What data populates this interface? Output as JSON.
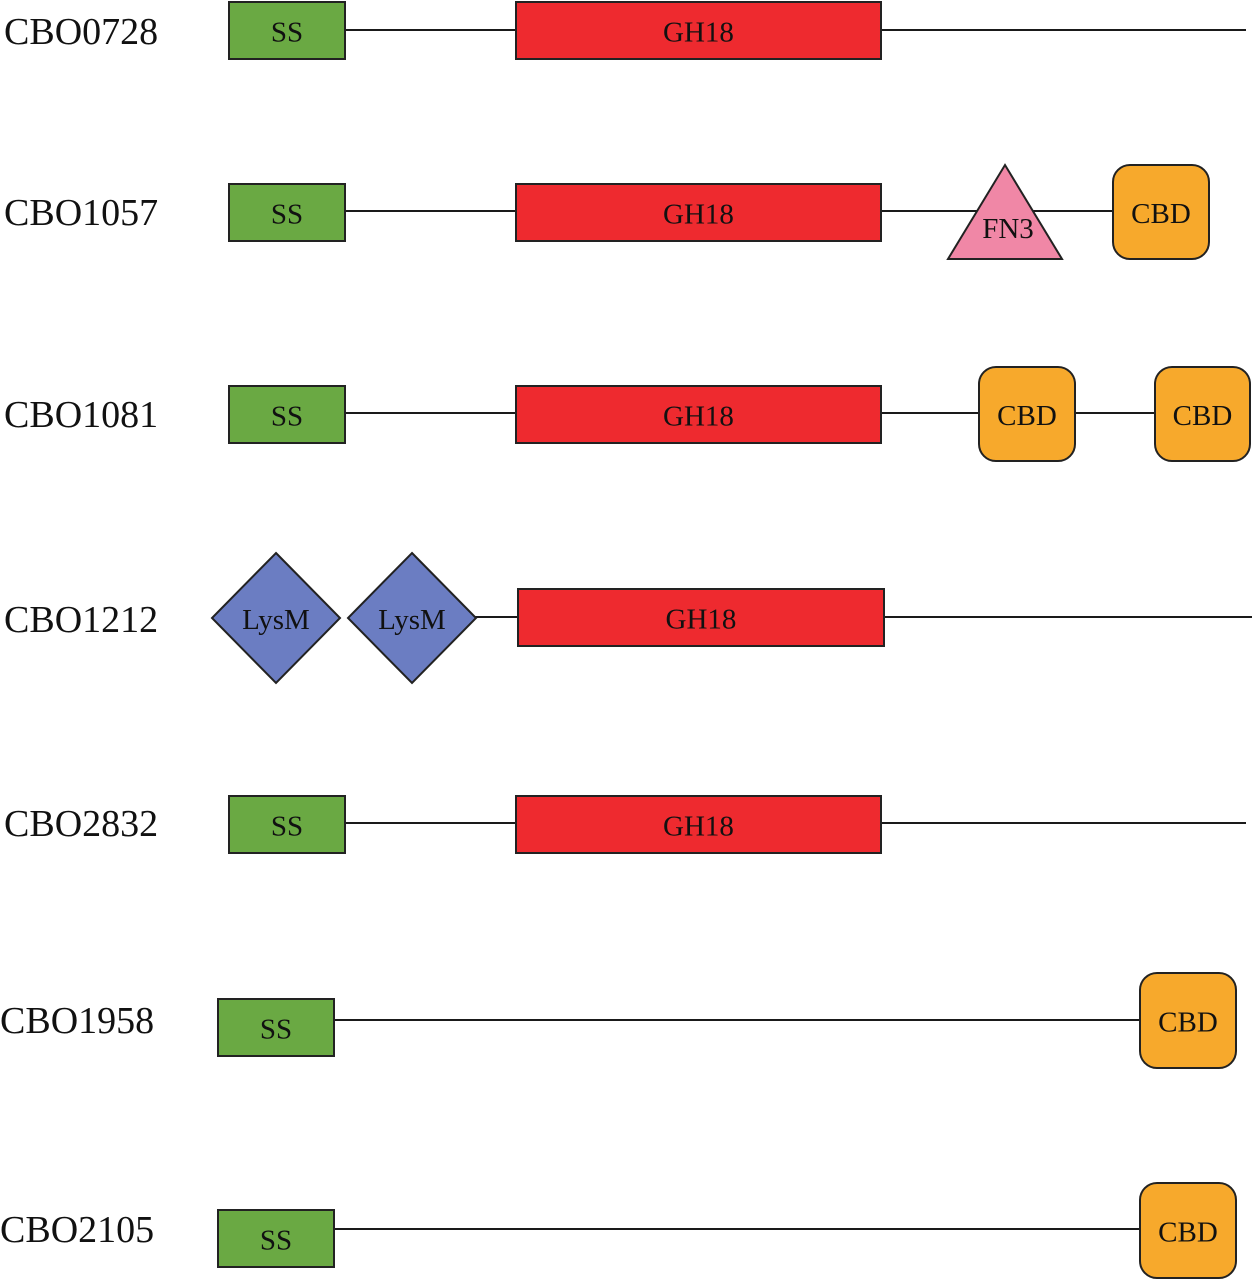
{
  "domain_types": {
    "SS": {
      "label": "SS",
      "shape": "rect",
      "color": "#6aa943"
    },
    "GH18": {
      "label": "GH18",
      "shape": "rect",
      "color": "#ee2a2f"
    },
    "FN3": {
      "label": "FN3",
      "shape": "triangle",
      "color": "#f087a6"
    },
    "CBD": {
      "label": "CBD",
      "shape": "rounded-rect",
      "color": "#f7a92c"
    },
    "LysM": {
      "label": "LysM",
      "shape": "diamond",
      "color": "#6b7dc2"
    }
  },
  "proteins": [
    {
      "name": "CBO0728",
      "domains": [
        "SS",
        "GH18"
      ]
    },
    {
      "name": "CBO1057",
      "domains": [
        "SS",
        "GH18",
        "FN3",
        "CBD"
      ]
    },
    {
      "name": "CBO1081",
      "domains": [
        "SS",
        "GH18",
        "CBD",
        "CBD"
      ]
    },
    {
      "name": "CBO1212",
      "domains": [
        "LysM",
        "LysM",
        "GH18"
      ]
    },
    {
      "name": "CBO2832",
      "domains": [
        "SS",
        "GH18"
      ]
    },
    {
      "name": "CBO1958",
      "domains": [
        "SS",
        "CBD"
      ]
    },
    {
      "name": "CBO2105",
      "domains": [
        "SS",
        "CBD"
      ]
    }
  ]
}
